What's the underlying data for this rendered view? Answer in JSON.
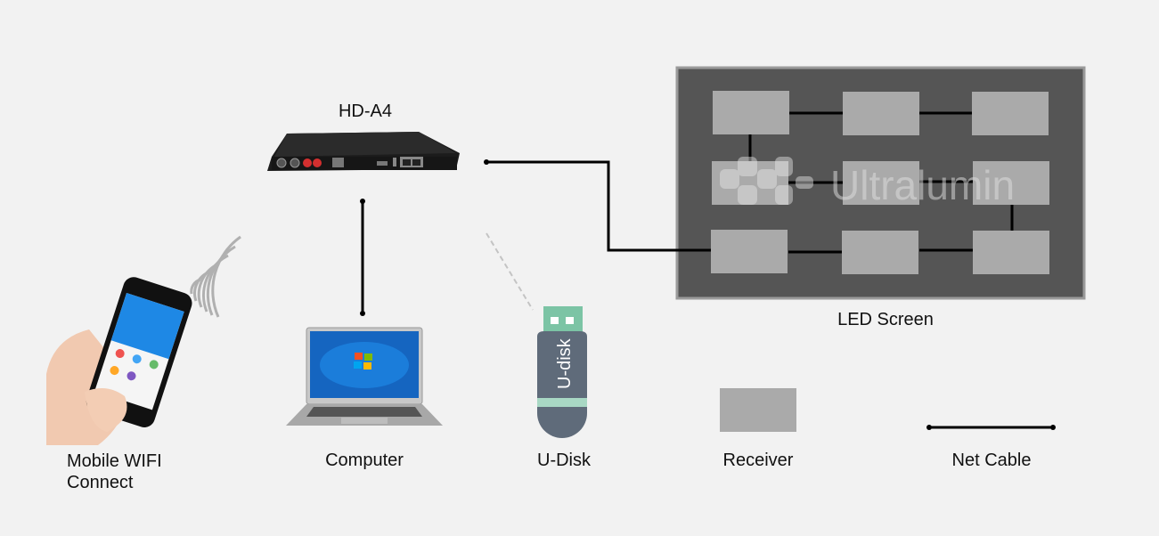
{
  "diagram": {
    "title": "HD-A4 LED control system connection diagram",
    "controller": {
      "label": "HD-A4"
    },
    "led_screen": {
      "label": "LED Screen",
      "watermark": "Ultralumin",
      "receiver_grid": {
        "rows": 3,
        "cols": 3
      }
    },
    "devices": [
      {
        "id": "mobile",
        "label_line1": "Mobile WIFI",
        "label_line2": "Connect",
        "connection": "wifi"
      },
      {
        "id": "computer",
        "label": "Computer",
        "connection": "net-cable"
      },
      {
        "id": "udisk",
        "label": "U-Disk",
        "stick_text": "U-disk",
        "connection": "usb-dashed"
      }
    ],
    "legend": [
      {
        "id": "receiver",
        "label": "Receiver"
      },
      {
        "id": "net-cable",
        "label": "Net Cable"
      }
    ],
    "colors": {
      "background": "#f2f2f2",
      "screen_bg": "#555555",
      "screen_border": "#9a9a9a",
      "receiver": "#aaaaaa",
      "cable": "#000000",
      "udisk_body": "#5f6b7a",
      "udisk_connector": "#7cc4a5",
      "udisk_band": "#a8d8c4",
      "phone_screen": "#1e88e5"
    }
  }
}
